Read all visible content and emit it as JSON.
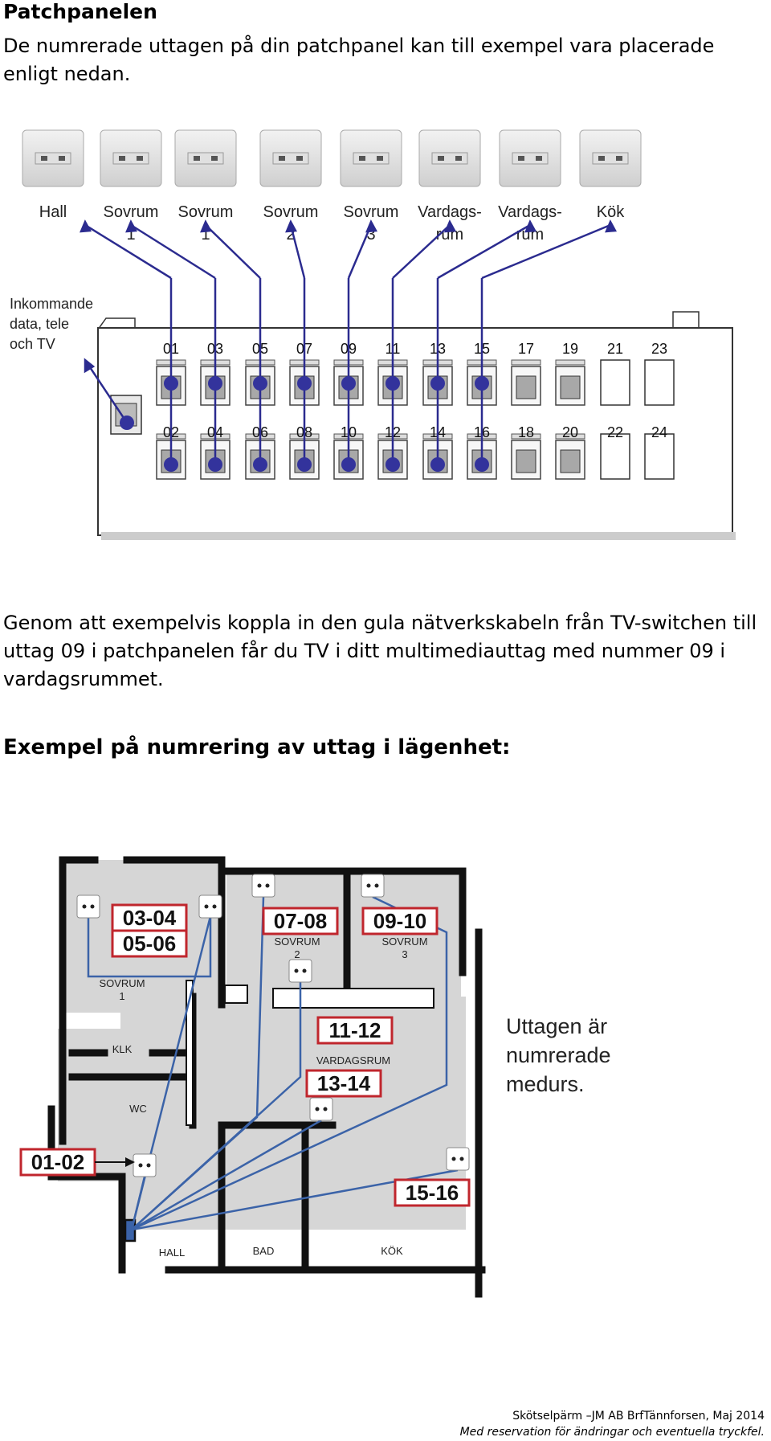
{
  "page": {
    "title": "Patchpanelen",
    "intro": "De numrerade uttagen på din patchpanel kan till exempel vara placerade enligt nedan.",
    "body": "Genom att exempelvis koppla in den gula nätverkskabeln från TV-switchen till uttag 09 i patchpanelen får du TV i ditt multimediauttag med nummer 09 i vardagsrummet.",
    "subheading": "Exempel på numrering av uttag i lägenhet:",
    "footer_line1": "Skötselpärm –JM AB BrfTännforsen, Maj 2014",
    "footer_line2": "Med reservation för ändringar och eventuella tryckfel."
  },
  "patch_diagram": {
    "outlet_labels": [
      {
        "line1": "Hall",
        "line2": ""
      },
      {
        "line1": "Sovrum",
        "line2": "1"
      },
      {
        "line1": "Sovrum",
        "line2": "1"
      },
      {
        "line1": "Sovrum",
        "line2": "2"
      },
      {
        "line1": "Sovrum",
        "line2": "3"
      },
      {
        "line1": "Vardags-",
        "line2": "rum"
      },
      {
        "line1": "Vardags-",
        "line2": "rum"
      },
      {
        "line1": "Kök",
        "line2": ""
      }
    ],
    "incoming_label": [
      "Inkommande",
      "data, tele",
      "och TV"
    ],
    "top_ports": [
      "01",
      "03",
      "05",
      "07",
      "09",
      "11",
      "13",
      "15",
      "17",
      "19",
      "21",
      "23"
    ],
    "bottom_ports": [
      "02",
      "04",
      "06",
      "08",
      "10",
      "12",
      "14",
      "16",
      "18",
      "20",
      "22",
      "24"
    ],
    "colors": {
      "cable": "#2b2b8f",
      "node": "#33339c"
    }
  },
  "floorplan": {
    "room_labels": {
      "sovrum1": [
        "SOVRUM",
        "1"
      ],
      "sovrum2": [
        "SOVRUM",
        "2"
      ],
      "sovrum3": [
        "SOVRUM",
        "3"
      ],
      "klk": "KLK",
      "wc": "WC",
      "vardagsrum": "VARDAGSRUM",
      "hall": "HALL",
      "bad": "BAD",
      "kok": "KÖK"
    },
    "outlet_numbers": {
      "s1_a": "03-04",
      "s1_b": "05-06",
      "s2": "07-08",
      "s3": "09-10",
      "vr_a": "11-12",
      "vr_b": "13-14",
      "kok": "15-16",
      "hall": "01-02"
    },
    "note": [
      "Uttagen är",
      "numrerade",
      "medurs."
    ],
    "colors": {
      "cable": "#3b63a8",
      "label_border": "#c0262d",
      "wall": "#111111",
      "floor": "#d6d6d6"
    }
  }
}
